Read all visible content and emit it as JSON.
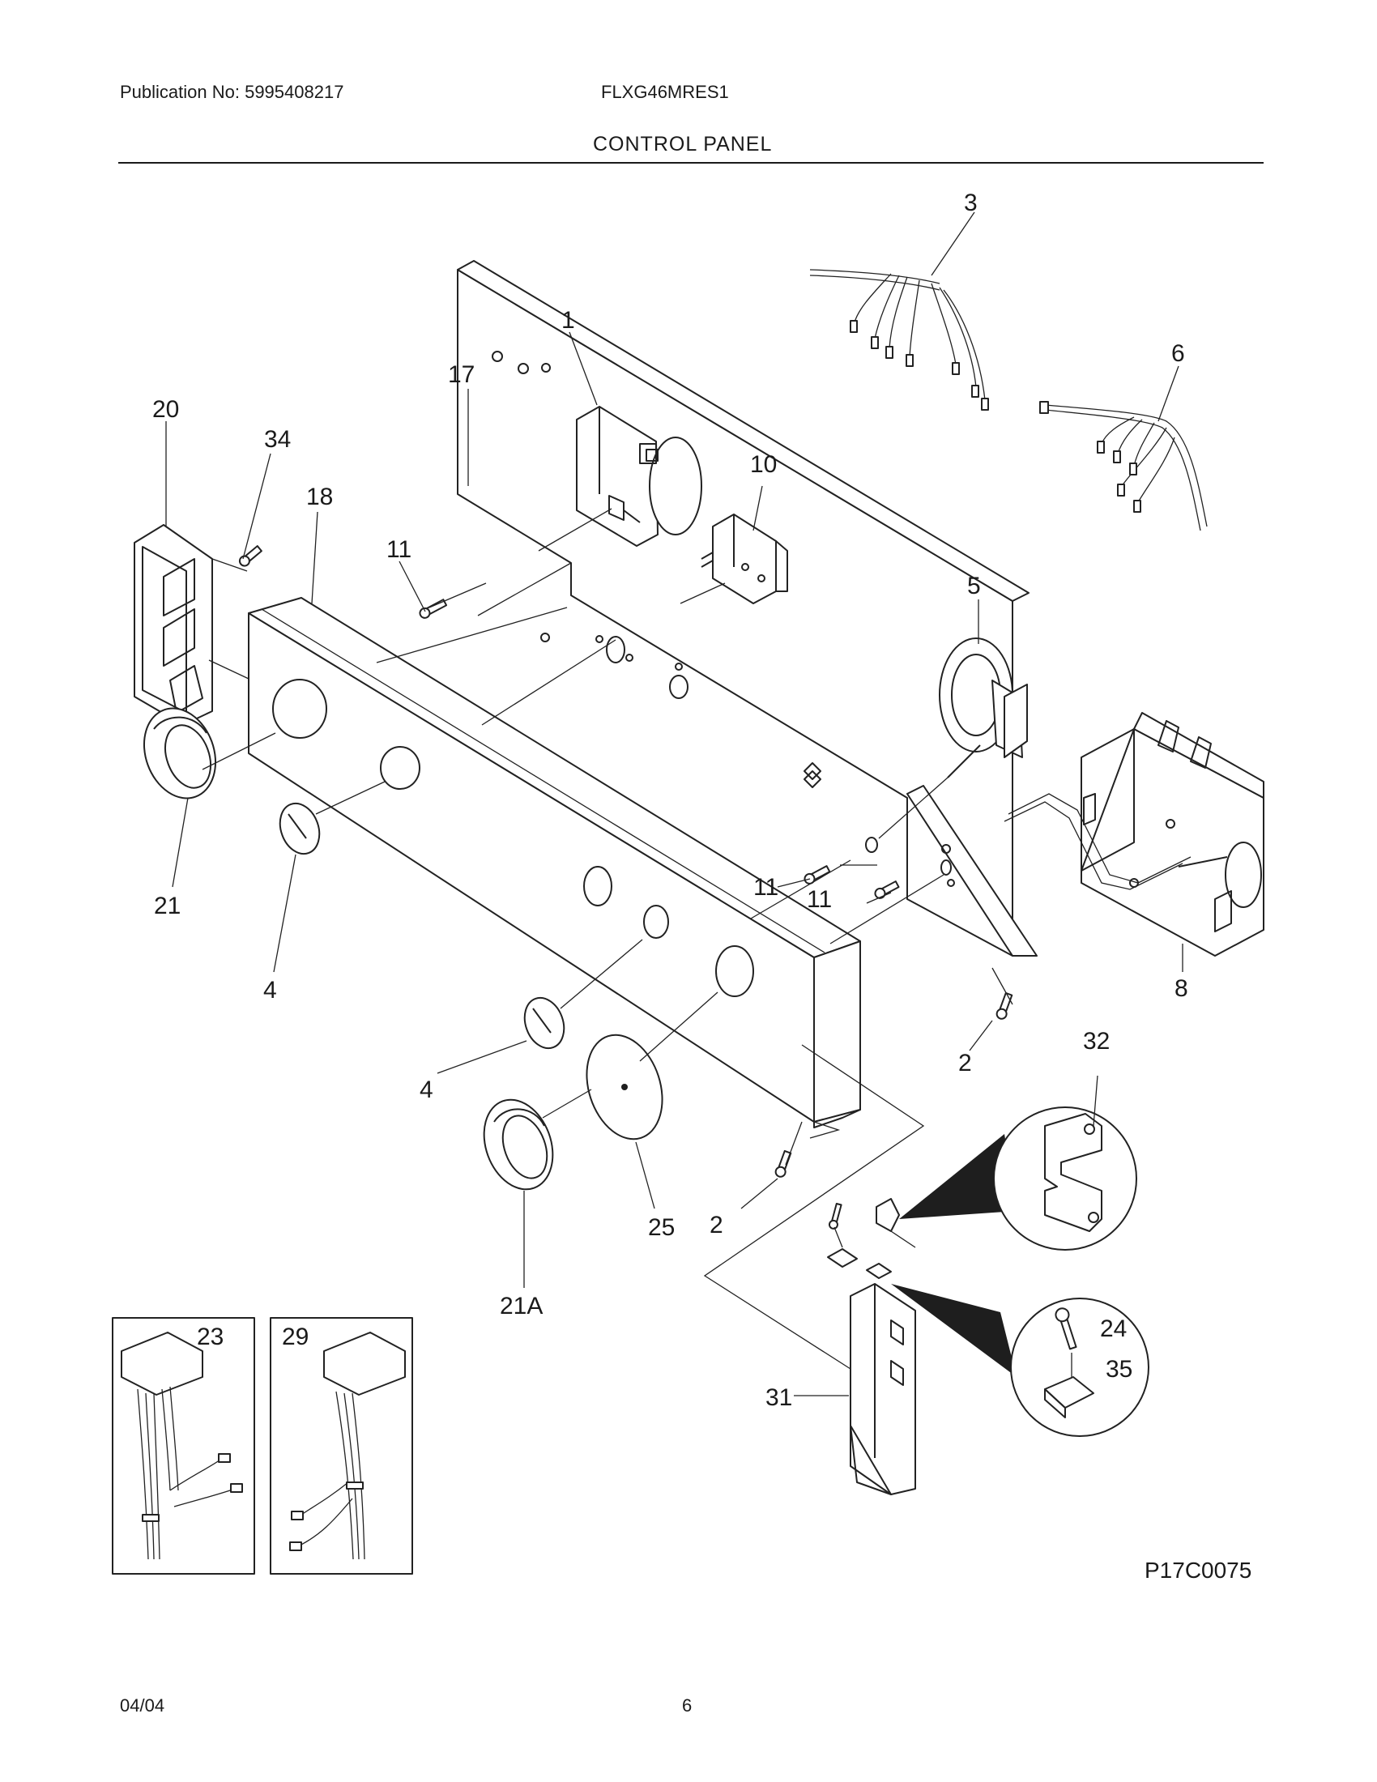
{
  "header": {
    "publication": "Publication No: 5995408217",
    "model": "FLXG46MRES1",
    "section_title": "CONTROL PANEL"
  },
  "callouts": {
    "c1": "1",
    "c2a": "2",
    "c2b": "2",
    "c3": "3",
    "c4a": "4",
    "c4b": "4",
    "c5": "5",
    "c6": "6",
    "c8": "8",
    "c10": "10",
    "c11a": "11",
    "c11b": "11",
    "c11c": "11",
    "c17": "17",
    "c18": "18",
    "c20": "20",
    "c21": "21",
    "c21a": "21A",
    "c23": "23",
    "c24": "24",
    "c25": "25",
    "c29": "29",
    "c31": "31",
    "c32": "32",
    "c34": "34",
    "c35": "35"
  },
  "diagram_code": "P17C0075",
  "footer": {
    "date": "04/04",
    "page": "6"
  }
}
